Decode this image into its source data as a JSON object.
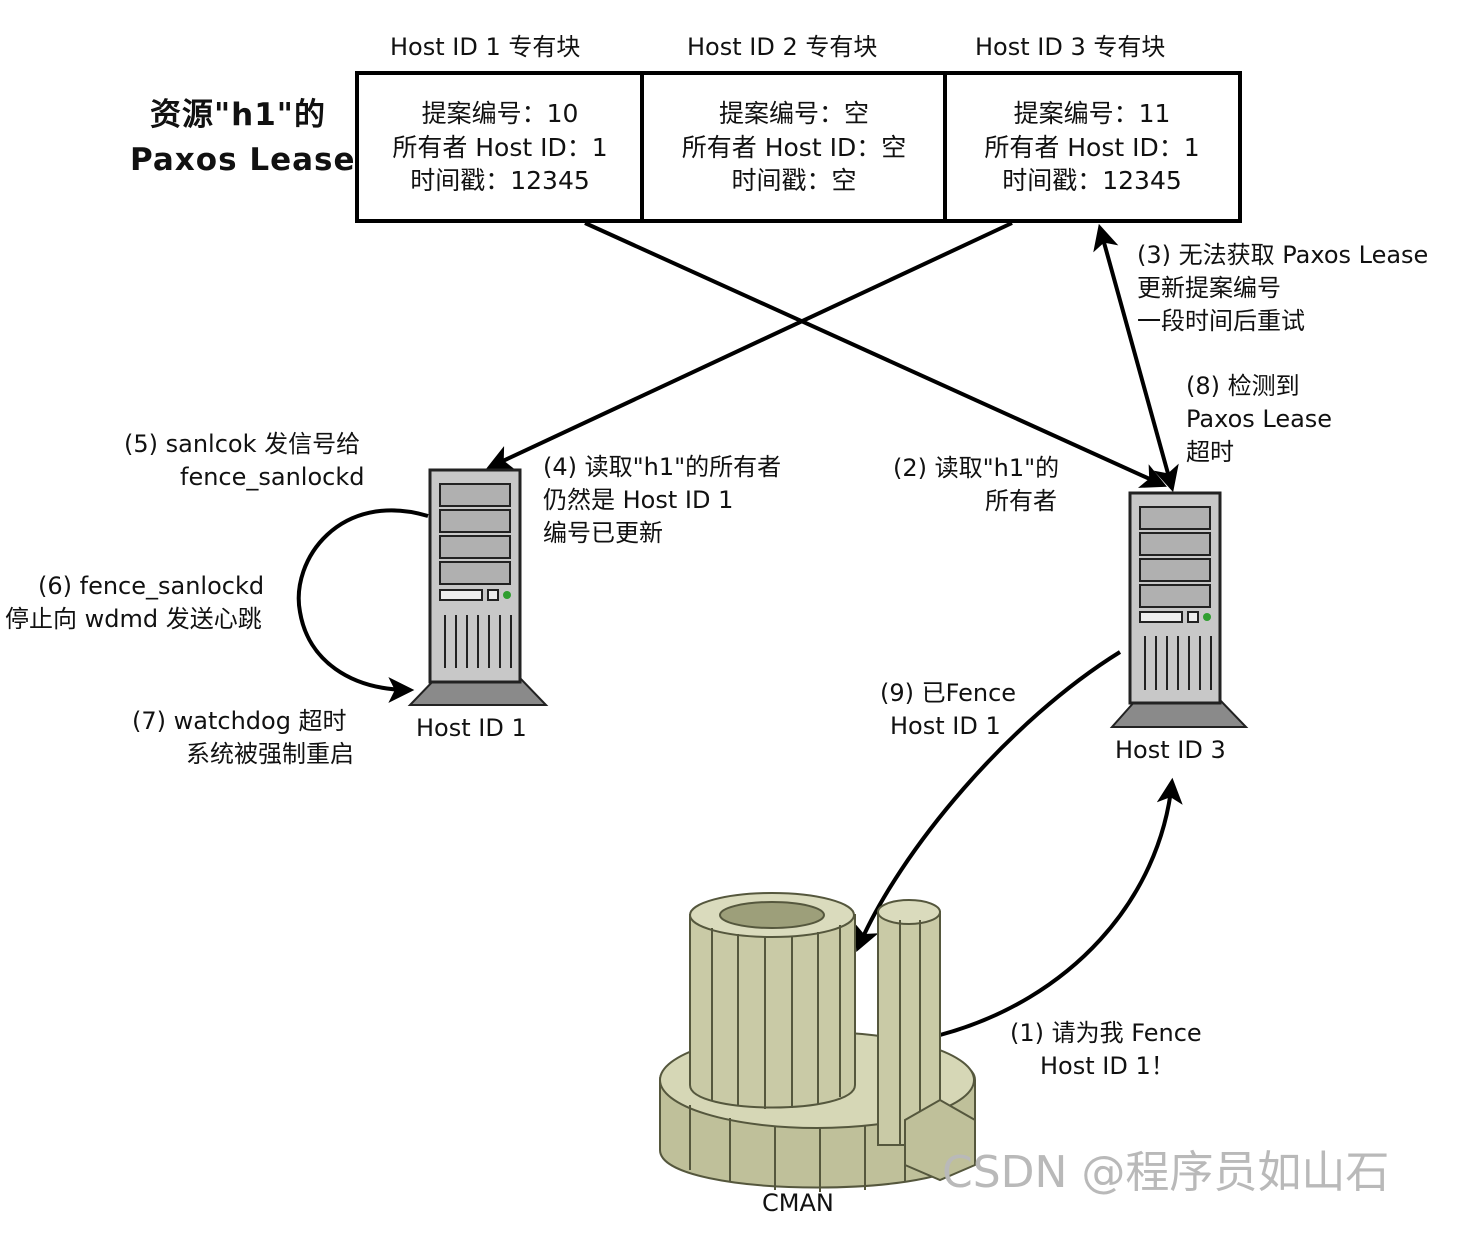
{
  "title": [
    "资源\"h1\"的",
    "Paxos Lease"
  ],
  "blocks": [
    {
      "header": "Host ID 1 专有块",
      "lines": [
        "提案编号：10",
        "所有者 Host ID：1",
        "时间戳：12345"
      ]
    },
    {
      "header": "Host ID 2 专有块",
      "lines": [
        "提案编号：空",
        "所有者 Host ID：空",
        "时间戳：空"
      ]
    },
    {
      "header": "Host ID 3 专有块",
      "lines": [
        "提案编号：11",
        "所有者 Host ID：1",
        "时间戳：12345"
      ]
    }
  ],
  "nodes": {
    "host1": "Host ID 1",
    "host3": "Host ID 3",
    "cman": "CMAN"
  },
  "steps": {
    "s1": [
      "(1) 请为我 Fence",
      "Host ID 1！"
    ],
    "s2": [
      "(2) 读取\"h1\"的",
      "所有者"
    ],
    "s3": [
      "(3) 无法获取 Paxos Lease",
      "更新提案编号",
      "一段时间后重试"
    ],
    "s4": [
      "(4) 读取\"h1\"的所有者",
      "仍然是 Host ID 1",
      "编号已更新"
    ],
    "s5": [
      "(5) sanlcok 发信号给",
      "fence_sanlockd"
    ],
    "s6": [
      "(6) fence_sanlockd",
      "停止向 wdmd 发送心跳"
    ],
    "s7": [
      "(7) watchdog 超时",
      "系统被强制重启"
    ],
    "s8": [
      "(8) 检测到",
      "Paxos Lease",
      "超时"
    ],
    "s9": [
      "(9) 已Fence",
      "Host ID 1"
    ]
  },
  "watermark": "CSDN @程序员如山石",
  "colors": {
    "line": "#000000",
    "server_body": "#c8c8c8",
    "server_dark": "#8a8a8a",
    "cman_fill": "#c9caa6",
    "cman_stroke": "#55573d",
    "led": "#2f9e2f",
    "watermark": "#b9b9b9"
  }
}
